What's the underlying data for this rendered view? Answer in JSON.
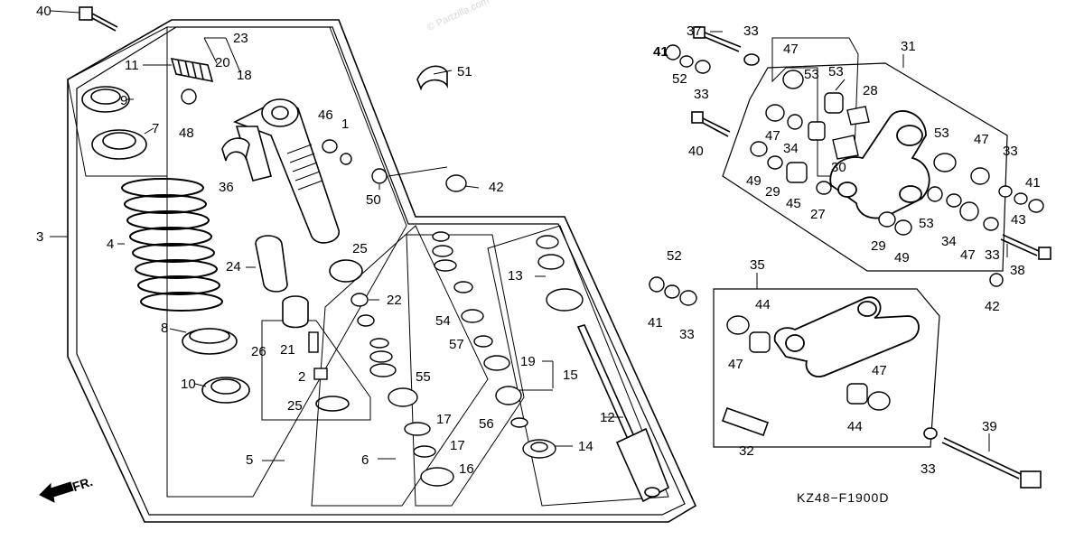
{
  "diagram": {
    "code": "KZ48−F1900D",
    "front_marker": "FR.",
    "watermark": "© Partzilla.com",
    "callouts": [
      "40",
      "23",
      "11",
      "20",
      "18",
      "51",
      "9",
      "46",
      "1",
      "7",
      "48",
      "36",
      "42",
      "50",
      "3",
      "4",
      "25",
      "24",
      "22",
      "8",
      "54",
      "57",
      "13",
      "26",
      "21",
      "19",
      "15",
      "10",
      "2",
      "55",
      "25",
      "17",
      "12",
      "56",
      "17",
      "14",
      "16",
      "5",
      "6",
      "37",
      "33",
      "41",
      "47",
      "31",
      "52",
      "53",
      "53",
      "33",
      "28",
      "40",
      "47",
      "34",
      "53",
      "47",
      "33",
      "49",
      "29",
      "30",
      "45",
      "27",
      "41",
      "43",
      "29",
      "49",
      "53",
      "34",
      "47",
      "33",
      "38",
      "42",
      "52",
      "35",
      "41",
      "33",
      "44",
      "47",
      "47",
      "44",
      "32",
      "39",
      "33"
    ]
  }
}
